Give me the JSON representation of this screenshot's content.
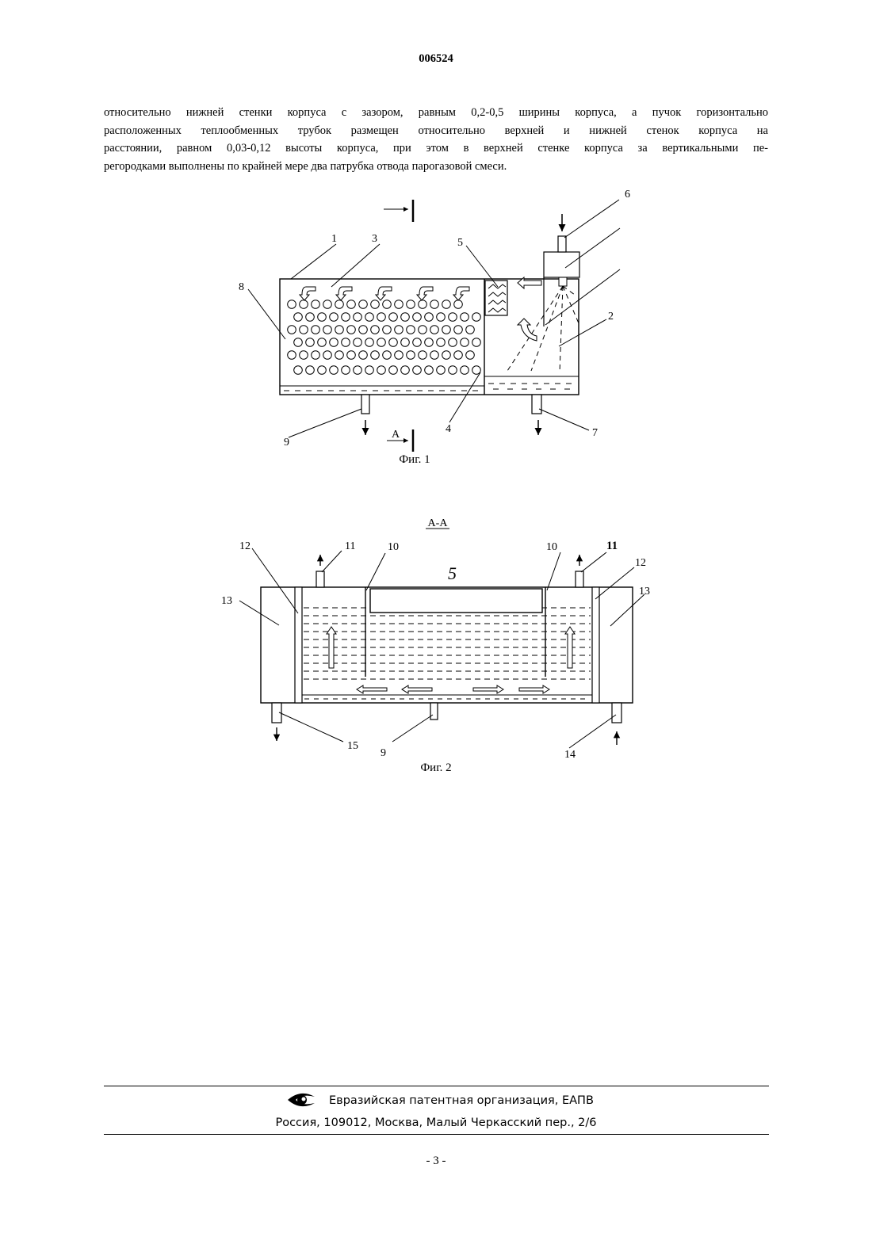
{
  "header": {
    "doc_number": "006524"
  },
  "body": {
    "lines": [
      "относительно нижней стенки корпуса с зазором, равным 0,2-0,5 ширины корпуса, а пучок горизонтально",
      "расположенных теплообменных трубок размещен относительно верхней и нижней стенок корпуса на",
      "расстоянии, равном 0,03-0,12 высоты корпуса, при этом в верхней стенке корпуса за вертикальными пе-",
      "регородками выполнены по крайней мере два патрубка отвода парогазовой смеси."
    ]
  },
  "figure1": {
    "caption": "Фиг. 1",
    "section_mark": "А",
    "labels": {
      "l1": "1",
      "l2": "2",
      "l3": "3",
      "l4": "4",
      "l5": "5",
      "l6": "6",
      "l7": "7",
      "l8": "8",
      "l9": "9"
    }
  },
  "figure2": {
    "title": "А-А",
    "caption": "Фиг. 2",
    "labels": {
      "l5": "5",
      "l9": "9",
      "l10a": "10",
      "l10b": "10",
      "l11a": "11",
      "l11b": "11",
      "l12a": "12",
      "l12b": "12",
      "l13a": "13",
      "l13b": "13",
      "l14": "14",
      "l15": "15"
    }
  },
  "footer": {
    "logo_icon": "eapo-eye-logo-icon",
    "organization": "Евразийская патентная организация, ЕАПВ",
    "address": "Россия, 109012, Москва, Малый Черкасский пер., 2/6",
    "page_number": "- 3 -"
  }
}
